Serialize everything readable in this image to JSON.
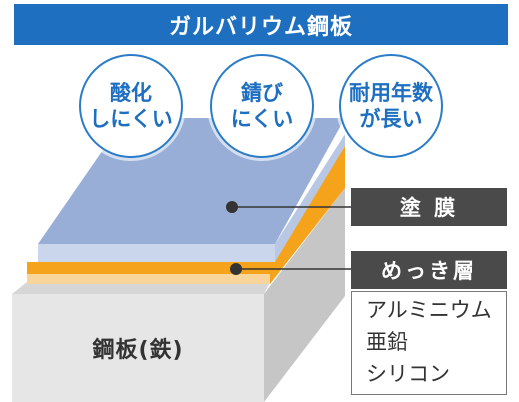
{
  "title": "ガルバリウム鋼板",
  "badges": [
    {
      "line1": "酸化",
      "line2": "しにくい"
    },
    {
      "line1": "錆び",
      "line2": "にくい"
    },
    {
      "line1": "耐用年数",
      "line2": "が長い"
    }
  ],
  "layers": {
    "coating_label": "塗 膜",
    "plating_label": "めっき層",
    "plating_components": [
      "アルミニウム",
      "亜鉛",
      "シリコン"
    ],
    "steel_label": "鋼板(鉄)"
  },
  "colors": {
    "title_bg": "#1e6fc0",
    "badge_border": "#2a7cc9",
    "coating_top": "#9ab0d6",
    "plating": "#f5a31a",
    "steel_front": "#e6e6e6",
    "steel_side": "#c8c8c8",
    "label_dark": "#4a4a4a"
  }
}
